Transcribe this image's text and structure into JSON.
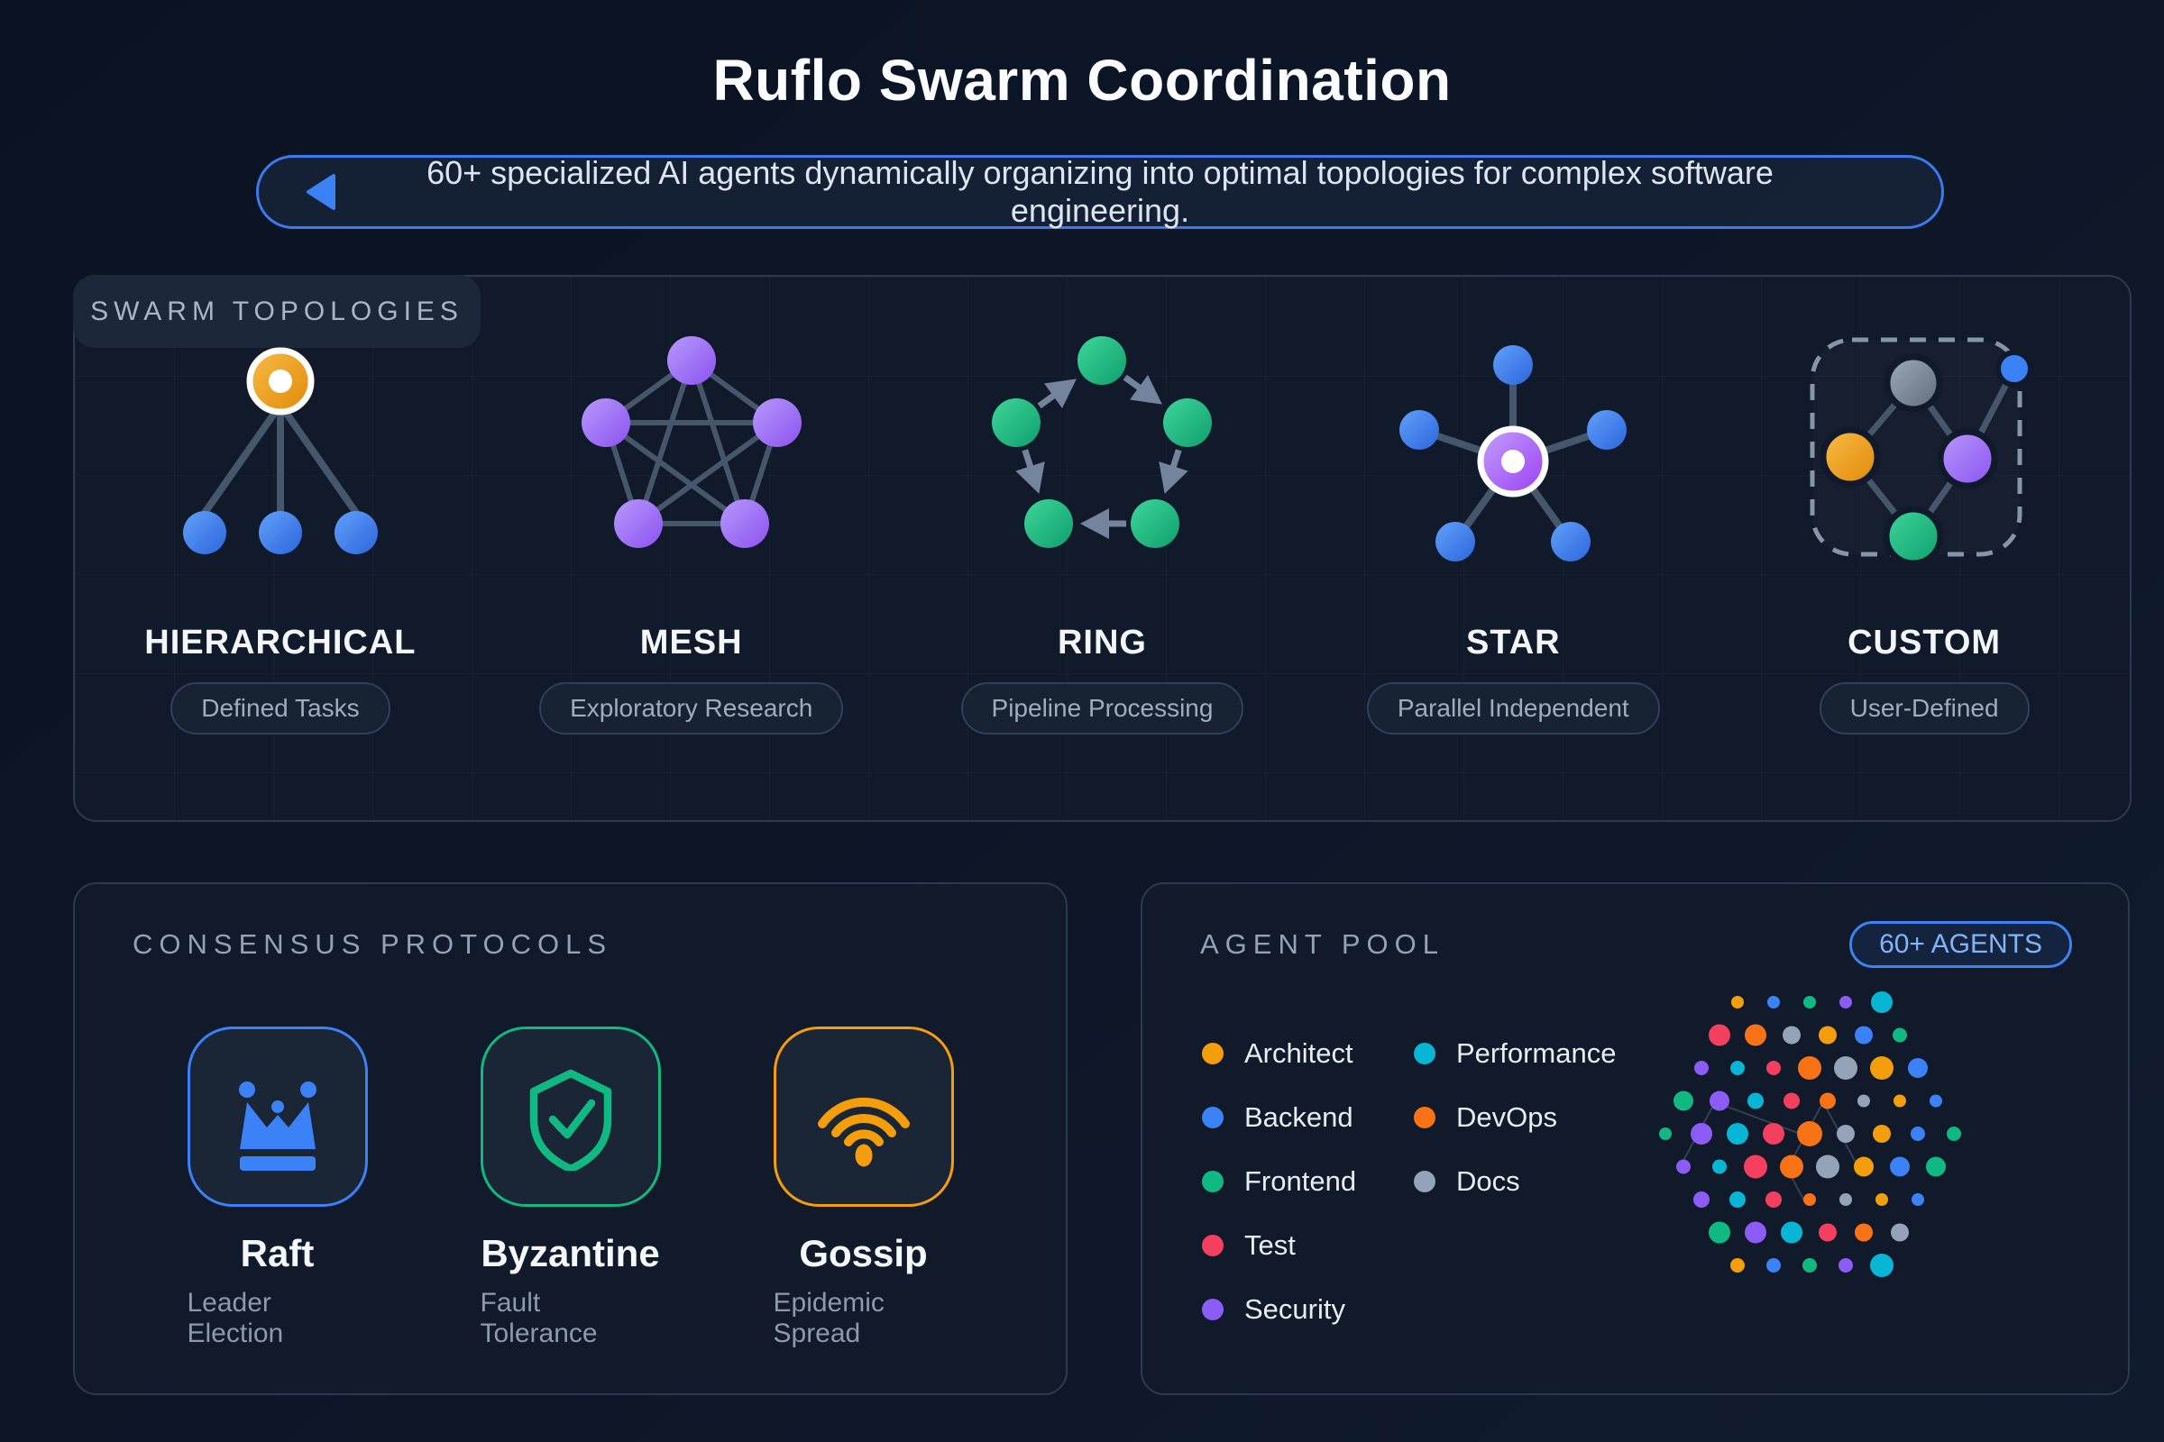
{
  "page": {
    "title": "Ruflo Swarm Coordination",
    "subtitle": "60+ specialized AI agents dynamically organizing into optimal topologies for complex software engineering."
  },
  "topologies": {
    "section_label": "SWARM TOPOLOGIES",
    "items": [
      {
        "name": "HIERARCHICAL",
        "tag": "Defined Tasks",
        "type": "hierarchical"
      },
      {
        "name": "MESH",
        "tag": "Exploratory Research",
        "type": "mesh"
      },
      {
        "name": "RING",
        "tag": "Pipeline Processing",
        "type": "ring"
      },
      {
        "name": "STAR",
        "tag": "Parallel Independent",
        "type": "star"
      },
      {
        "name": "CUSTOM",
        "tag": "User-Defined",
        "type": "custom"
      }
    ]
  },
  "protocols": {
    "section_label": "CONSENSUS PROTOCOLS",
    "items": [
      {
        "name": "Raft",
        "description": "Leader Election",
        "icon": "crown-icon",
        "accent": "#3b82f6"
      },
      {
        "name": "Byzantine",
        "description": "Fault Tolerance",
        "icon": "shield-check-icon",
        "accent": "#10b981"
      },
      {
        "name": "Gossip",
        "description": "Epidemic Spread",
        "icon": "wifi-icon",
        "accent": "#f59e0b"
      }
    ]
  },
  "agent_pool": {
    "section_label": "AGENT POOL",
    "badge": "60+ AGENTS",
    "legend": [
      {
        "label": "Architect",
        "color": "#f59e0b"
      },
      {
        "label": "Backend",
        "color": "#3b82f6"
      },
      {
        "label": "Frontend",
        "color": "#10b981"
      },
      {
        "label": "Test",
        "color": "#f43f5e"
      },
      {
        "label": "Security",
        "color": "#8b5cf6"
      },
      {
        "label": "Performance",
        "color": "#06b6d4"
      },
      {
        "label": "DevOps",
        "color": "#f97316"
      },
      {
        "label": "Docs",
        "color": "#94a3b8"
      }
    ],
    "cluster": {
      "rows": [
        5,
        6,
        7,
        8,
        9,
        8,
        7,
        6,
        5
      ],
      "palette": [
        "#f59e0b",
        "#3b82f6",
        "#10b981",
        "#8b5cf6",
        "#06b6d4",
        "#f43f5e",
        "#f97316",
        "#94a3b8"
      ]
    }
  },
  "colors": {
    "accent_blue": "#3b82f6",
    "edge_gray": "#46566b",
    "arrow_gray": "#74849c",
    "banner_border": "#3b7bf0"
  }
}
